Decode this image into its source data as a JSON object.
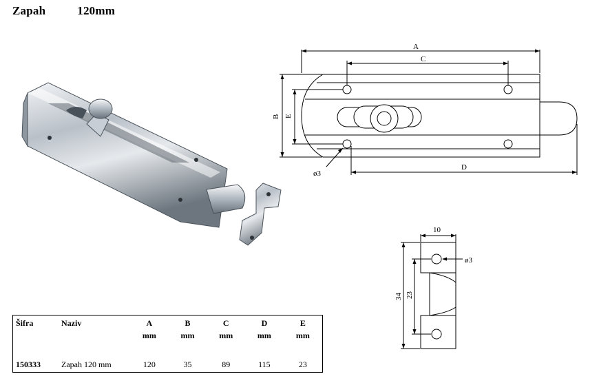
{
  "header": {
    "name": "Zapah",
    "size": "120mm"
  },
  "drawing_main": {
    "labels": {
      "A": "A",
      "B": "B",
      "C": "C",
      "D": "D",
      "E": "E",
      "hole": "ø3"
    }
  },
  "drawing_staple": {
    "labels": {
      "width": "10",
      "height": "34",
      "inner": "23",
      "hole": "ø3"
    }
  },
  "table": {
    "headers": [
      {
        "name": "Šifra",
        "unit": ""
      },
      {
        "name": "Naziv",
        "unit": ""
      },
      {
        "name": "A",
        "unit": "mm"
      },
      {
        "name": "B",
        "unit": "mm"
      },
      {
        "name": "C",
        "unit": "mm"
      },
      {
        "name": "D",
        "unit": "mm"
      },
      {
        "name": "E",
        "unit": "mm"
      }
    ],
    "rows": [
      [
        "150333",
        "Zapah 120 mm",
        "120",
        "35",
        "89",
        "115",
        "23"
      ]
    ]
  },
  "colors": {
    "steel_light": "#dfe3e8",
    "steel_mid": "#a9b1ba",
    "steel_dark": "#5b646e"
  }
}
